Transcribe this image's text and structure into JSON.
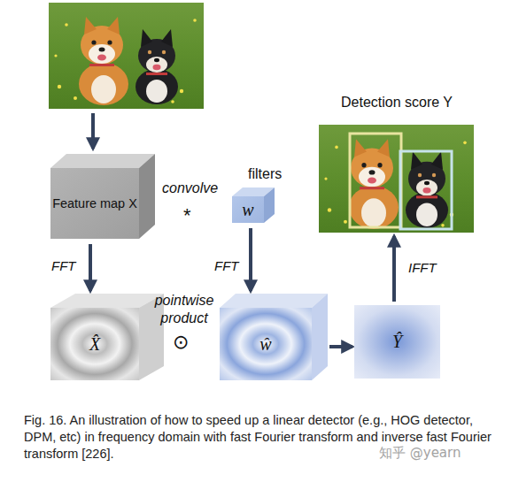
{
  "diagram": {
    "caption": "Fig. 16. An illustration of how to speed up a linear detector (e.g., HOG detector, DPM, etc) in frequency domain with fast Fourier transform and inverse fast Fourier transform [226].",
    "nodes": [
      {
        "text": [
          "Feature map X"
        ]
      },
      {
        "text": [
          "w"
        ]
      },
      {
        "text": [
          "X̂"
        ]
      },
      {
        "text": [
          "ŵ"
        ]
      },
      {
        "text": [
          "Ŷ"
        ]
      },
      {
        "text": [
          "Detection score Y"
        ]
      }
    ],
    "edges": [
      {
        "from": 0,
        "to": 2,
        "label": "FFT",
        "arrow": "to"
      },
      {
        "from": 1,
        "to": 3,
        "label": "FFT",
        "arrow": "to"
      },
      {
        "from": 3,
        "to": 4,
        "arrow": "to"
      },
      {
        "from": 4,
        "to": 5,
        "label": "IFFT",
        "arrow": "to"
      }
    ],
    "labels": [
      "convolve",
      "*",
      "filters",
      "pointwise product",
      "⊙",
      "知乎 @yearn"
    ]
  }
}
